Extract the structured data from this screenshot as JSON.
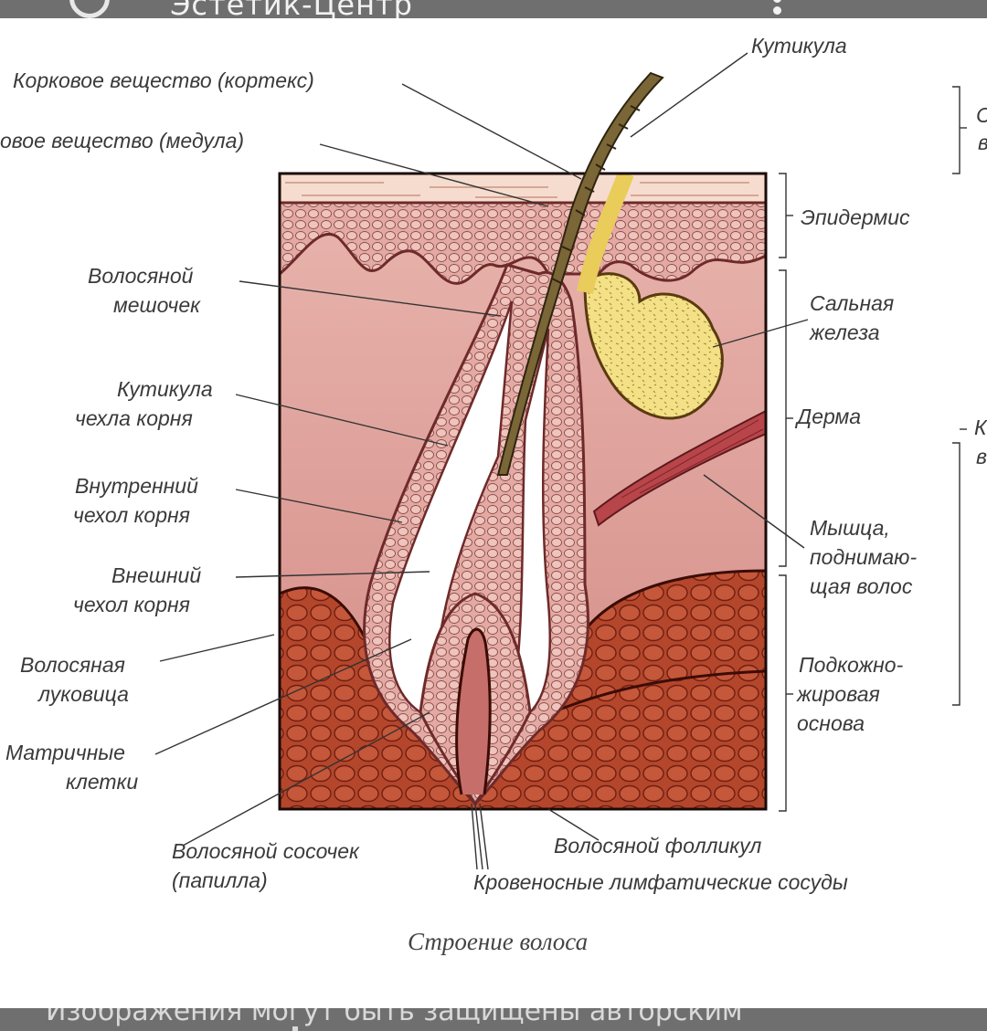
{
  "app_bar": {
    "title": "Эстетик-Центр",
    "icon": "globe-icon",
    "menu_icon": "more-vertical-icon"
  },
  "diagram": {
    "caption": "Строение волоса",
    "labels": {
      "kutikula": "Кутикула",
      "korkovoe": "Корковое вещество (кортекс)",
      "mozgovoe": "овое вещество (медула)",
      "epidermis": "Эпидермис",
      "volosyanoy_meshochek_1": "Волосяной",
      "volosyanoy_meshochek_2": "мешочек",
      "salnaya_1": "Сальная",
      "salnaya_2": "железа",
      "kutikula_chekhla_1": "Кутикула",
      "kutikula_chekhla_2": "чехла корня",
      "derma": "Дерма",
      "vnutrenniy_1": "Внутренний",
      "vnutrenniy_2": "чехол корня",
      "myshtsa_1": "Мышца,",
      "myshtsa_2": "поднимаю-",
      "myshtsa_3": "щая волос",
      "vneshniy_1": "Внешний",
      "vneshniy_2": "чехол корня",
      "lukovitsa_1": "Волосяная",
      "lukovitsa_2": "луковица",
      "podkozhno_1": "Подкожно-",
      "podkozhno_2": "жировая",
      "podkozhno_3": "основа",
      "matrichnye_1": "Матричные",
      "matrichnye_2": "клетки",
      "sosochek_1": "Волосяной сосочек",
      "sosochek_2": "(папилла)",
      "follikul": "Волосяной фолликул",
      "sosudy": "Кровеносные лимфатические сосуды"
    },
    "right_edge_fragments": [
      "С",
      "в",
      "К",
      "в"
    ]
  },
  "footer": {
    "notice": "Изображения могут быть защищены авторским"
  }
}
